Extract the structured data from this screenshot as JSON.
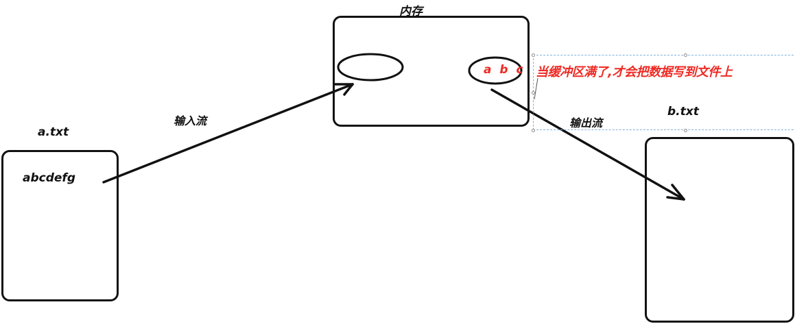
{
  "diagram": {
    "memory": {
      "title": "内存",
      "buffer_in_label": "",
      "buffer_out_label": "a b c"
    },
    "source_file": {
      "name": "a.txt",
      "content": "abcdefg"
    },
    "dest_file": {
      "name": "b.txt",
      "content": ""
    },
    "input_stream": {
      "label": "输入流"
    },
    "output_stream": {
      "label": "输出流"
    },
    "annotation": {
      "text": "当缓冲区满了,才会把数据写到文件上",
      "color": "#ee2a24"
    }
  },
  "colors": {
    "stroke": "#111111",
    "selection_border": "#7fb0dc",
    "background": "#ffffff"
  }
}
